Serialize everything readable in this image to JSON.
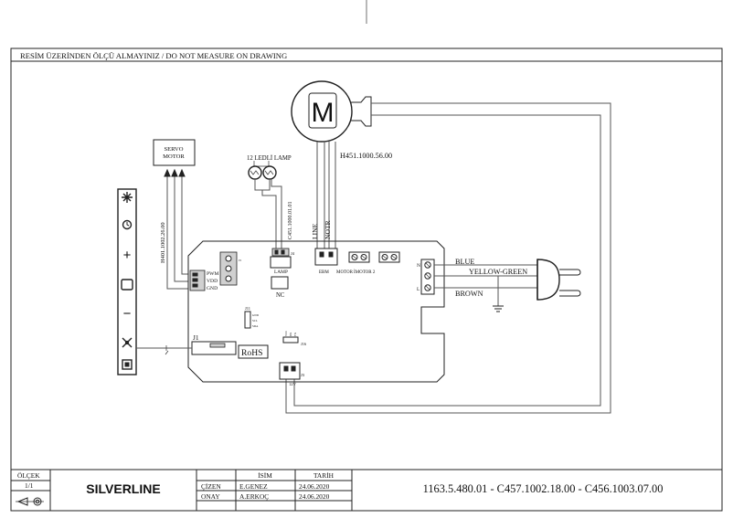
{
  "header": {
    "warning": "RESİM ÜZERİNDEN ÖLÇÜ ALMAYINIZ / DO NOT  MEASURE ON DRAWING"
  },
  "components": {
    "motor_symbol": "M",
    "motor_code": "H451.1000.56.00",
    "servo_motor_label_1": "SERVO",
    "servo_motor_label_2": "MOTOR",
    "servo_cable_code": "H401.1002.26.00",
    "lamp_label": "12 LEDLİ LAMP",
    "lamp_cable_code": "C451.1000.01.01",
    "line_label": "LINE",
    "notr_label": "NOTR",
    "pwm_label": "PWM",
    "vdd_label": "VDD",
    "gnd_label": "GND",
    "lamp_conn_label": "LAMP",
    "nc_label": "NC",
    "ebm_label": "EBM",
    "motor_label": "MOTOR",
    "motor2_label": "İMOTOR 2",
    "j1_label": "J1",
    "rohs_label": "RoHS",
    "j11_label": "J11",
    "j16_label": "J16",
    "j3_label": "J3",
    "j4_label": "J4",
    "j5_label": "J5",
    "v12_label": "12V",
    "terminal_n": "N",
    "terminal_l": "L",
    "blue_label": "BLUE",
    "yellow_green_label": "YELLOW-GREEN",
    "brown_label": "BROWN"
  },
  "keypad": {
    "icons": [
      "snowflake-icon",
      "timer-icon",
      "plus-icon",
      "boost-icon",
      "minus-icon",
      "fan-icon",
      "light-icon"
    ],
    "plus_symbol": "+",
    "minus_symbol": "−"
  },
  "title_block": {
    "scale_label": "ÖLÇEK",
    "scale_value": "1/1",
    "brand": "SILVERLINE",
    "name_header": "İSİM",
    "date_header": "TARİH",
    "drawn_label": "ÇİZEN",
    "drawn_name": "E.GENEZ",
    "drawn_date": "24.06.2020",
    "approved_label": "ONAY",
    "approved_name": "A.ERKOÇ",
    "approved_date": "24.06.2020",
    "drawing_number": "1163.5.480.01 - C457.1002.18.00 - C456.1003.07.00"
  }
}
